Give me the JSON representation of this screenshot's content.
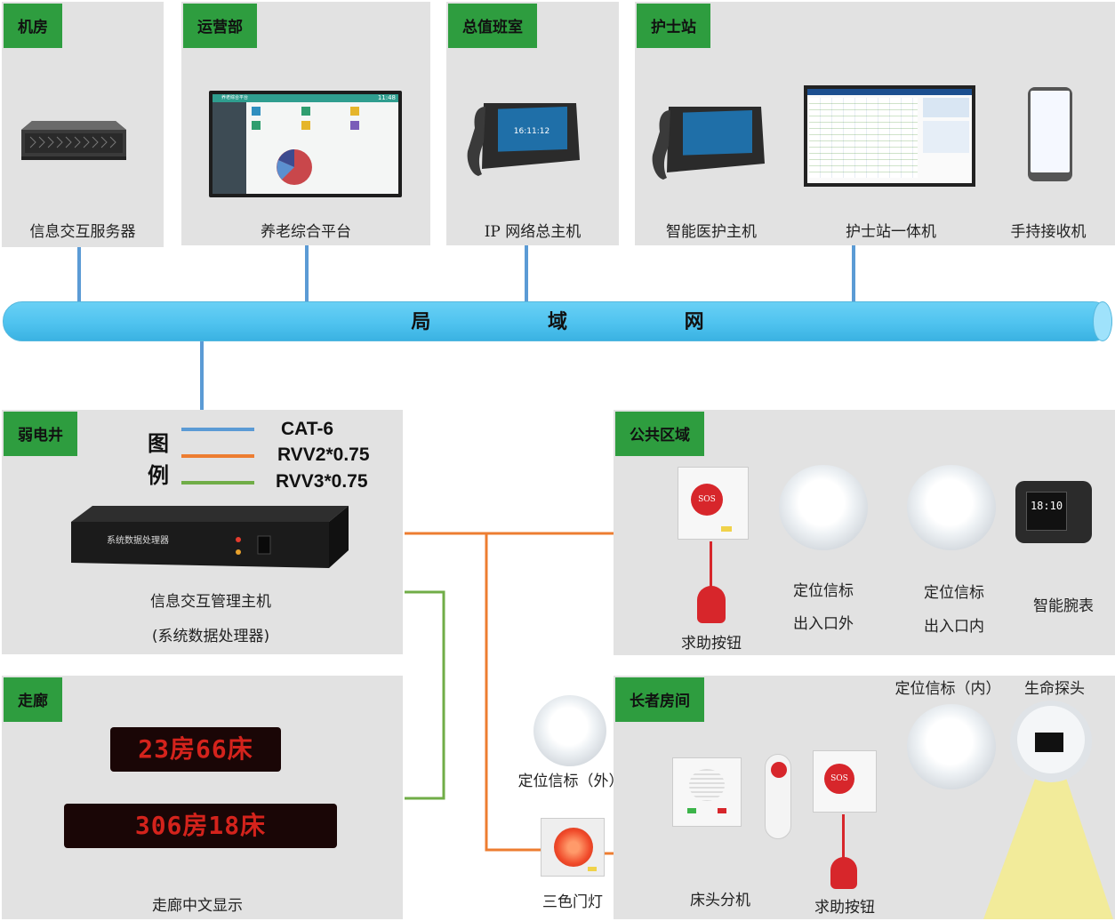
{
  "network": {
    "label": "局 域 网"
  },
  "legend": {
    "title_1": "图",
    "title_2": "例",
    "items": [
      {
        "label": "CAT-6",
        "color": "#5b9bd5"
      },
      {
        "label": "RVV2*0.75",
        "color": "#ed7d31"
      },
      {
        "label": "RVV3*0.75",
        "color": "#70ad47"
      }
    ]
  },
  "panels": {
    "machine_room": {
      "tag": "机房",
      "device": "信息交互服务器"
    },
    "operations": {
      "tag": "运营部",
      "device": "养老综合平台"
    },
    "duty_room": {
      "tag": "总值班室",
      "device": "IP 网络总主机"
    },
    "nurse_station": {
      "tag": "护士站",
      "devices": [
        "智能医护主机",
        "护士站一体机",
        "手持接收机"
      ]
    },
    "weak_current": {
      "tag": "弱电井",
      "device": "信息交互管理主机",
      "device_sub": "(系统数据处理器)",
      "box_text": "系统数据处理器"
    },
    "corridor": {
      "tag": "走廊",
      "display_1": "23房66床",
      "display_2": "306房18床",
      "device": "走廊中文显示"
    },
    "public_area": {
      "tag": "公共区域",
      "devices": [
        "求助按钮",
        "定位信标",
        "出入口外",
        "定位信标",
        "出入口内",
        "智能腕表"
      ],
      "watch_time": "18:10",
      "sos": "SOS"
    },
    "elder_room": {
      "tag": "长者房间",
      "devices": [
        "床头分机",
        "求助按钮",
        "定位信标（内）",
        "生命探头"
      ],
      "sos": "SOS"
    },
    "outside": {
      "beacon": "定位信标（外）",
      "door_light": "三色门灯"
    }
  },
  "screens": {
    "ip_host_time": "16:11:12",
    "platform_title": "养老综合平台",
    "platform_time": "11:48"
  }
}
